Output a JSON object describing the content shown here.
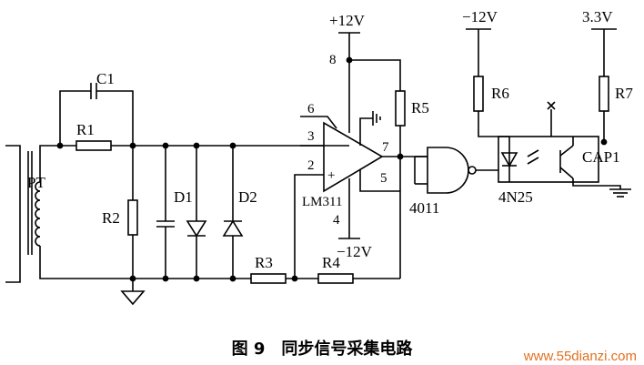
{
  "components": {
    "transformer": "PT",
    "c1": "C1",
    "r1": "R1",
    "r2": "R2",
    "r3": "R3",
    "r4": "R4",
    "r5": "R5",
    "r6": "R6",
    "r7": "R7",
    "d1": "D1",
    "d2": "D2",
    "comparator": "LM311",
    "nand_gate": "4011",
    "optocoupler": "4N25",
    "output": "CAP1"
  },
  "supplies": {
    "vcc": "+12V",
    "vee": "−12V",
    "opto_neg": "−12V",
    "logic": "3.3V"
  },
  "pins": {
    "p8": "8",
    "p6": "6",
    "p3": "3",
    "p2": "2",
    "p7": "7",
    "p5": "5",
    "p4": "4",
    "minus": "−",
    "plus": "+"
  },
  "caption": "图 9　同步信号采集电路",
  "watermark": "www.55dianzi.com",
  "colors": {
    "wire": "#000000",
    "watermark": "#e07020"
  }
}
